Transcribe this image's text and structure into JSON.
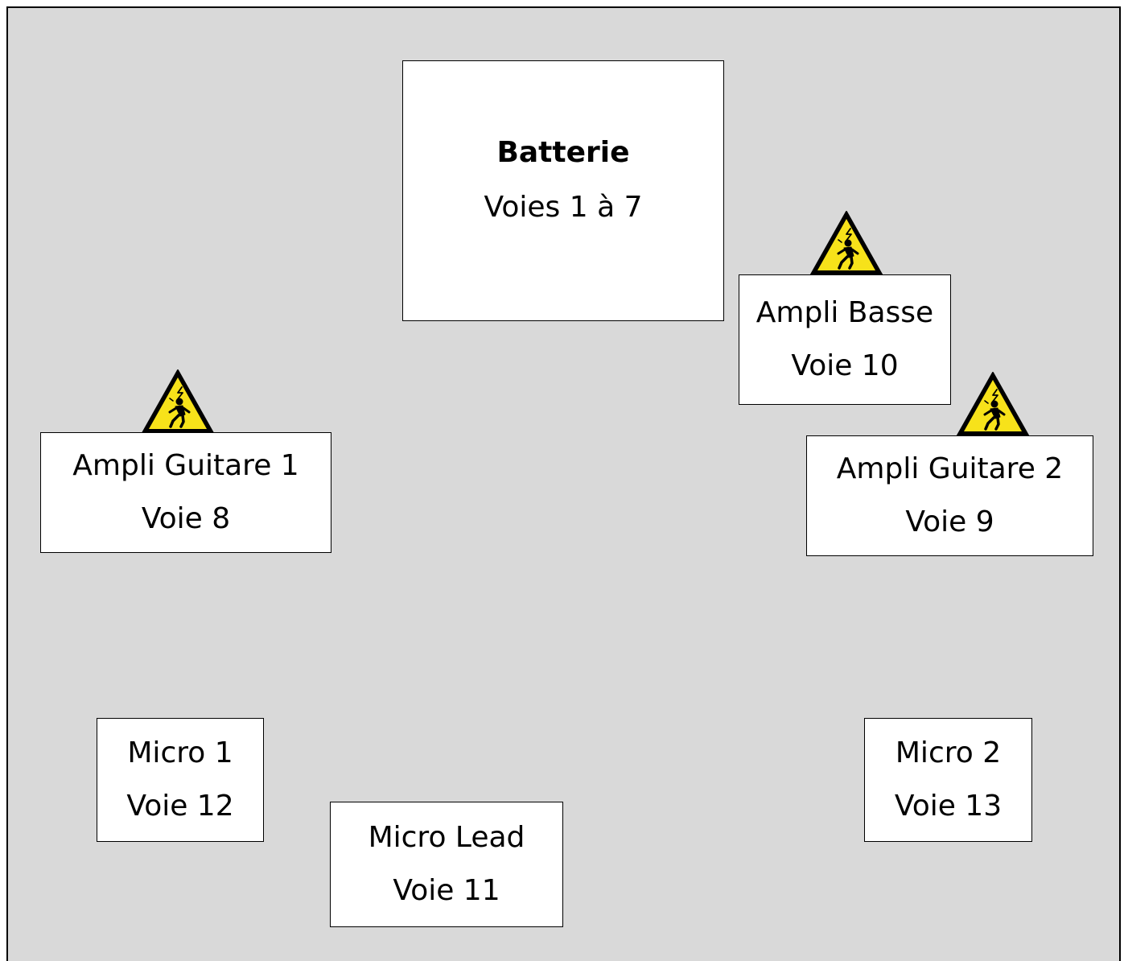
{
  "stage": {
    "background": "#d9d9d9",
    "items": [
      {
        "id": "drums",
        "title": "Batterie",
        "channel": "Voies 1 à 7"
      },
      {
        "id": "bass-amp",
        "title": "Ampli Basse",
        "channel": "Voie 10",
        "icon": "electric-shock-warning-icon"
      },
      {
        "id": "guitar-amp-1",
        "title": "Ampli Guitare 1",
        "channel": "Voie 8",
        "icon": "electric-shock-warning-icon"
      },
      {
        "id": "guitar-amp-2",
        "title": "Ampli Guitare 2",
        "channel": "Voie 9",
        "icon": "electric-shock-warning-icon"
      },
      {
        "id": "mic-1",
        "title": "Micro 1",
        "channel": "Voie 12"
      },
      {
        "id": "mic-2",
        "title": "Micro 2",
        "channel": "Voie 13"
      },
      {
        "id": "mic-lead",
        "title": "Micro Lead",
        "channel": "Voie 11"
      }
    ]
  },
  "colors": {
    "warning_yellow": "#f7e21a",
    "outline": "#000000",
    "box_fill": "#ffffff"
  }
}
